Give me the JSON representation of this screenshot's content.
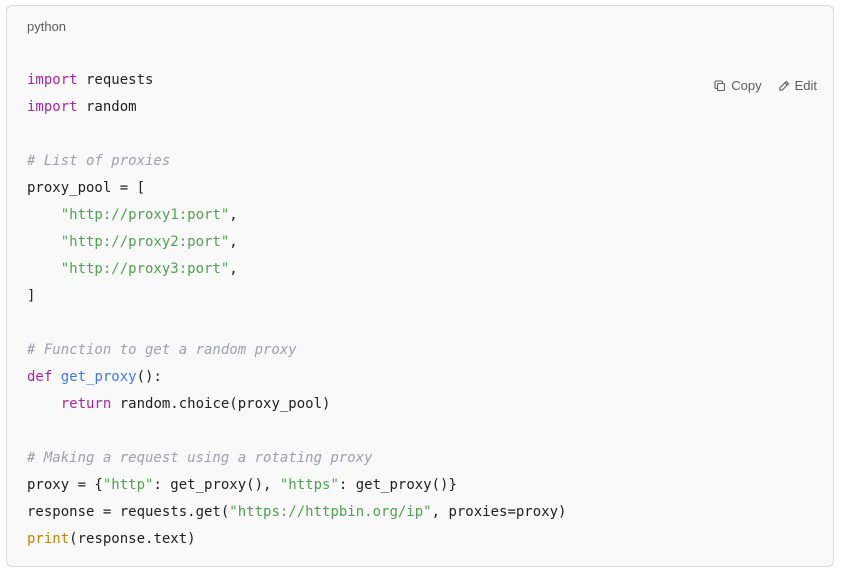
{
  "code_block": {
    "language": "python",
    "copy_label": "Copy",
    "edit_label": "Edit",
    "lines": [
      [
        {
          "t": "import",
          "c": "kw"
        },
        {
          "t": " requests",
          "c": ""
        }
      ],
      [
        {
          "t": "import",
          "c": "kw"
        },
        {
          "t": " random",
          "c": ""
        }
      ],
      [],
      [
        {
          "t": "# List of proxies",
          "c": "cm"
        }
      ],
      [
        {
          "t": "proxy_pool = [",
          "c": ""
        }
      ],
      [
        {
          "t": "    ",
          "c": ""
        },
        {
          "t": "\"http://proxy1:port\"",
          "c": "str"
        },
        {
          "t": ",",
          "c": ""
        }
      ],
      [
        {
          "t": "    ",
          "c": ""
        },
        {
          "t": "\"http://proxy2:port\"",
          "c": "str"
        },
        {
          "t": ",",
          "c": ""
        }
      ],
      [
        {
          "t": "    ",
          "c": ""
        },
        {
          "t": "\"http://proxy3:port\"",
          "c": "str"
        },
        {
          "t": ",",
          "c": ""
        }
      ],
      [
        {
          "t": "]",
          "c": ""
        }
      ],
      [],
      [
        {
          "t": "# Function to get a random proxy",
          "c": "cm"
        }
      ],
      [
        {
          "t": "def",
          "c": "kw"
        },
        {
          "t": " ",
          "c": ""
        },
        {
          "t": "get_proxy",
          "c": "fn"
        },
        {
          "t": "():",
          "c": ""
        }
      ],
      [
        {
          "t": "    ",
          "c": ""
        },
        {
          "t": "return",
          "c": "kw"
        },
        {
          "t": " random.choice(proxy_pool)",
          "c": ""
        }
      ],
      [],
      [
        {
          "t": "# Making a request using a rotating proxy",
          "c": "cm"
        }
      ],
      [
        {
          "t": "proxy = {",
          "c": ""
        },
        {
          "t": "\"http\"",
          "c": "str"
        },
        {
          "t": ": get_proxy(), ",
          "c": ""
        },
        {
          "t": "\"https\"",
          "c": "str"
        },
        {
          "t": ": get_proxy()}",
          "c": ""
        }
      ],
      [
        {
          "t": "response = requests.get(",
          "c": ""
        },
        {
          "t": "\"https://httpbin.org/ip\"",
          "c": "str"
        },
        {
          "t": ", proxies=proxy)",
          "c": ""
        }
      ],
      [
        {
          "t": "print",
          "c": "builtin"
        },
        {
          "t": "(response.text)",
          "c": ""
        }
      ]
    ]
  }
}
